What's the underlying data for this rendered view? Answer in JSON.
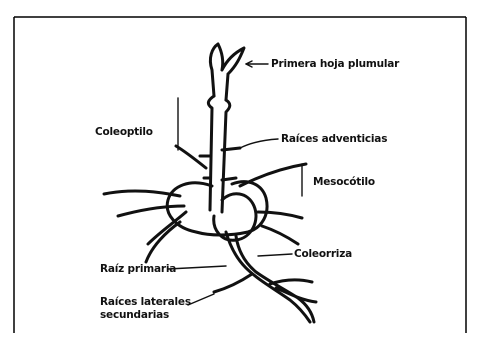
{
  "labels": {
    "primera_hoja": "Primera hoja plumular",
    "coleoptilo": "Coleoptilo",
    "raices_adventicias": "Raíces adventicias",
    "mesocotilo": "Mesocótilo",
    "coleorriza": "Coleorriza",
    "raiz_primaria": "Raíz primaria",
    "raices_laterales_1": "Raíces laterales",
    "raices_laterales_2": "secundarias"
  },
  "colors": {
    "ink": "#111111",
    "frame": "#000000",
    "background": "#ffffff"
  }
}
